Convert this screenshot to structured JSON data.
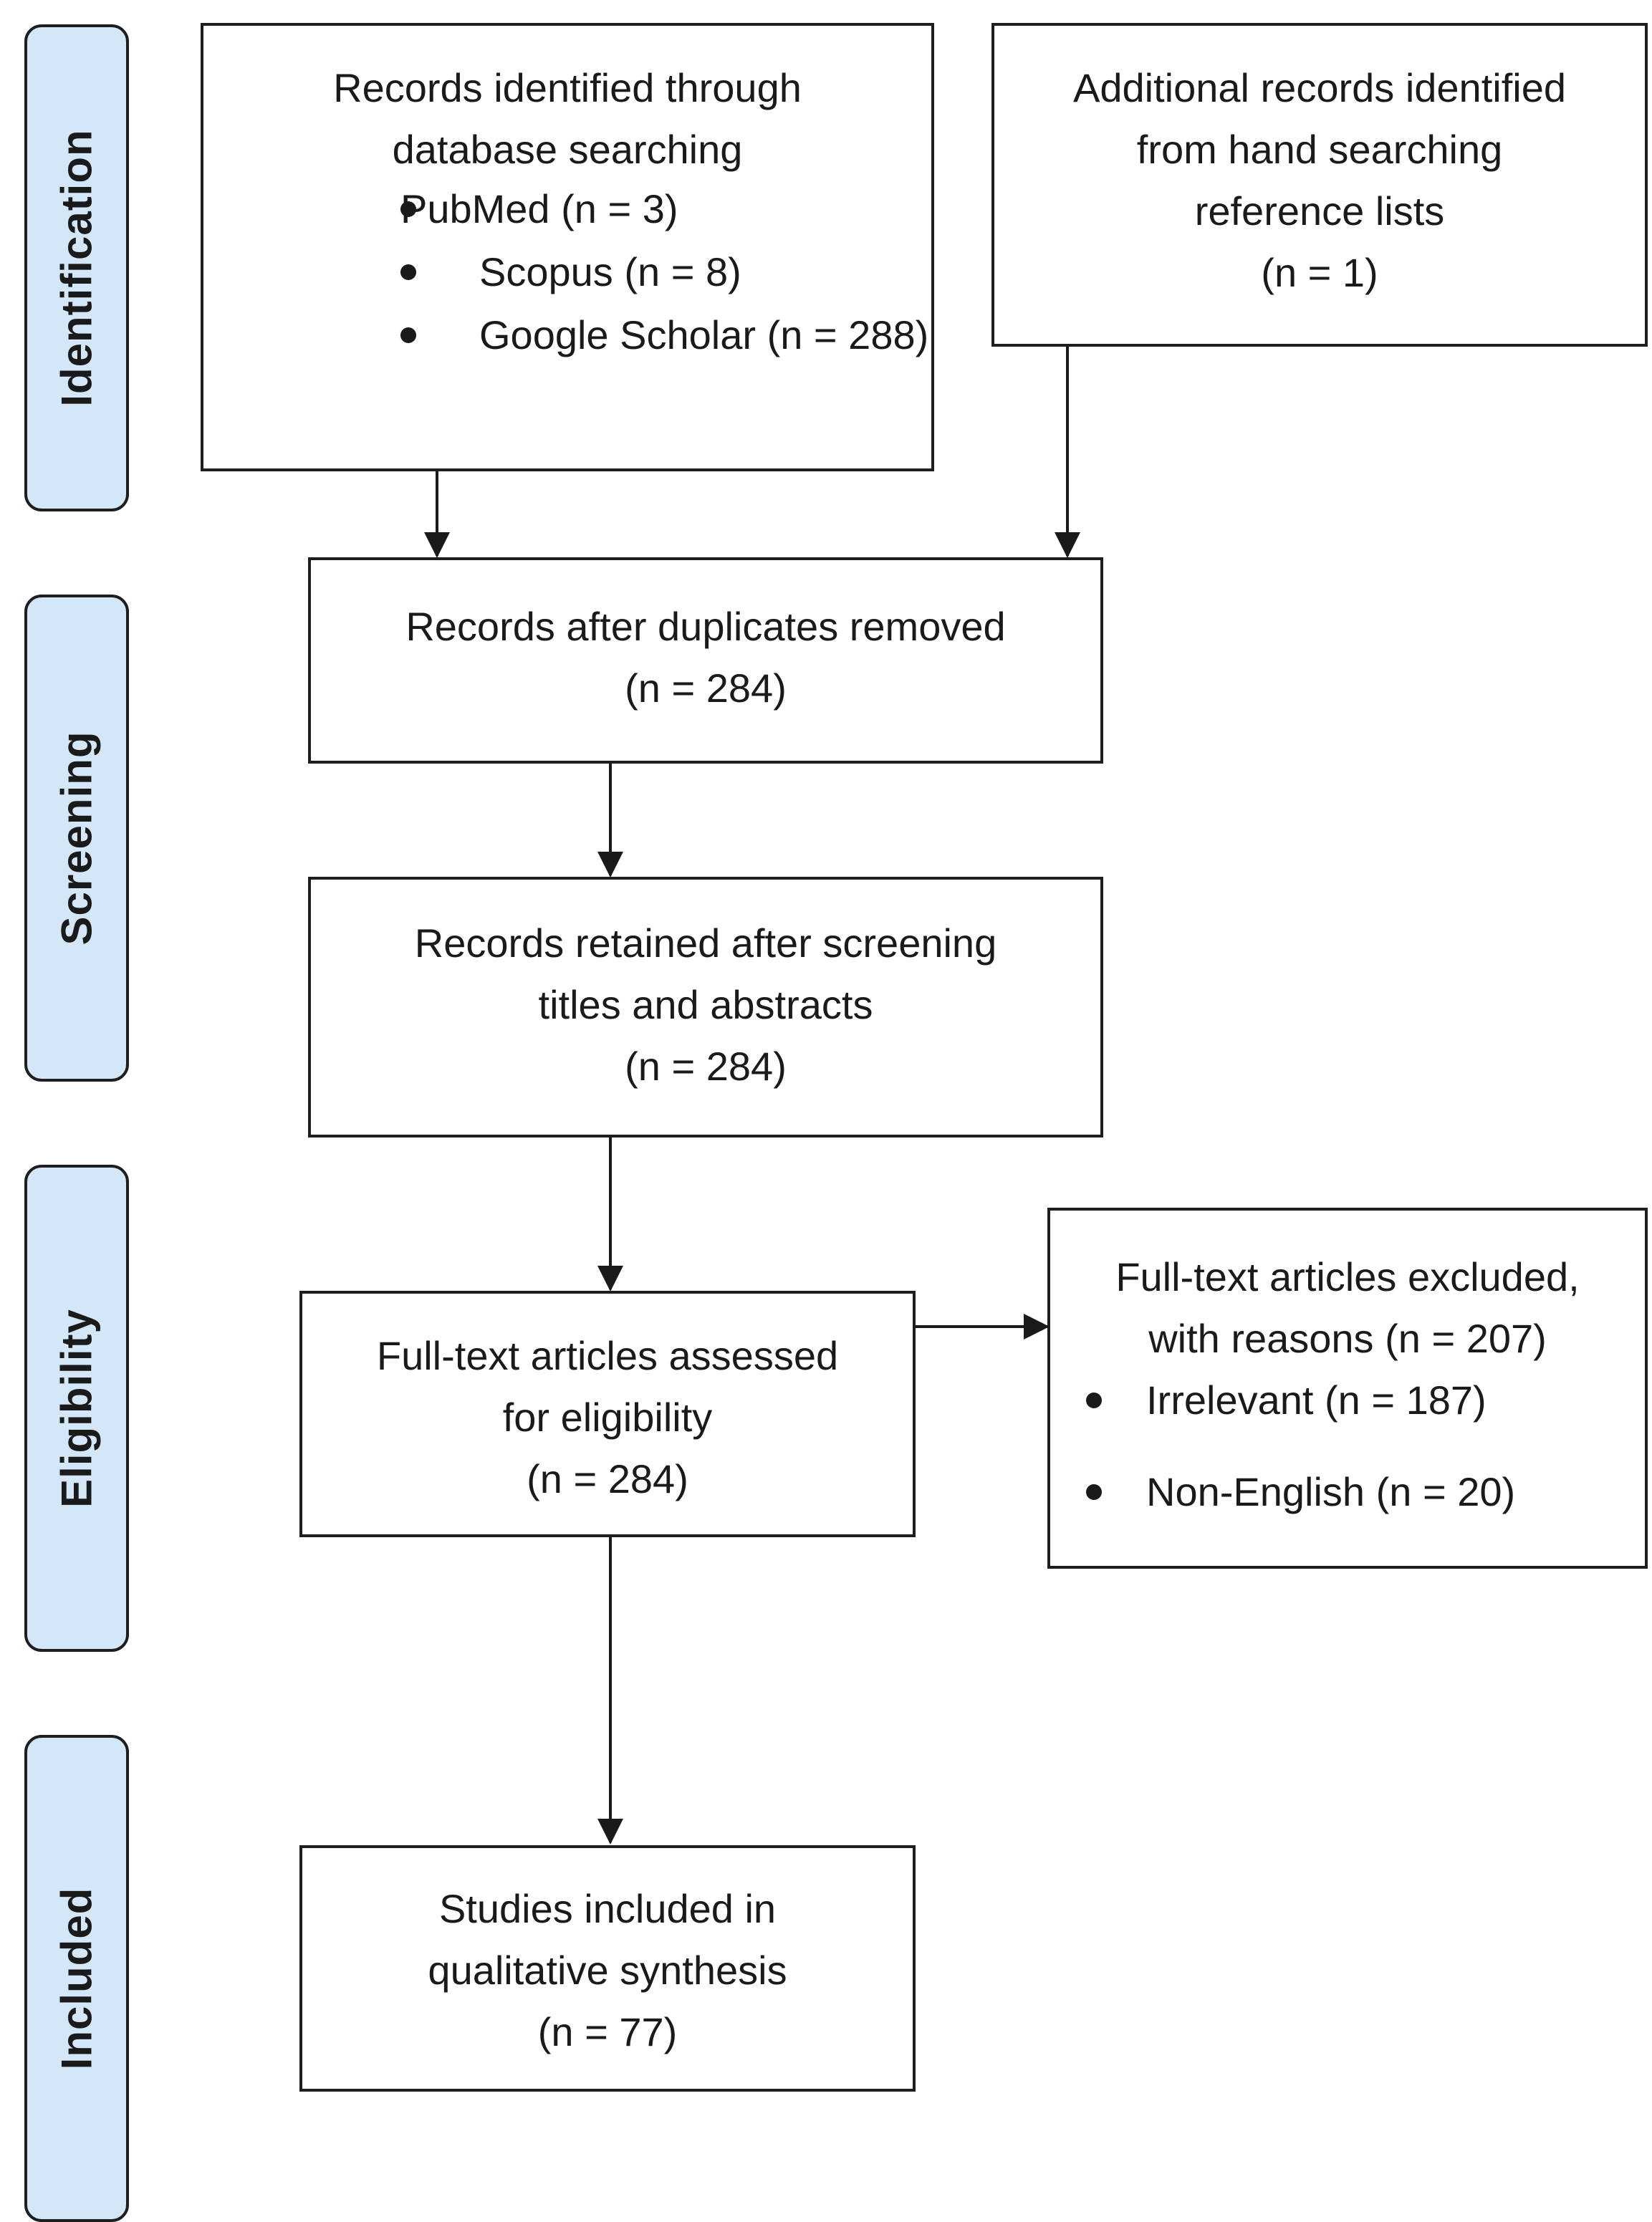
{
  "phases": {
    "identification": "Identification",
    "screening": "Screening",
    "eligibility": "Eligibility",
    "included": "Included"
  },
  "boxes": {
    "database": {
      "lines": [
        "Records identified through",
        "database searching"
      ],
      "sources": [
        "PubMed (n = 3)",
        "Scopus (n = 8)",
        "Google Scholar (n = 288)"
      ]
    },
    "additional": {
      "lines": [
        "Additional records identified",
        "from hand searching",
        "reference lists",
        "(n = 1)"
      ]
    },
    "duplicates_removed": {
      "lines": [
        "Records after duplicates removed",
        "(n = 284)"
      ]
    },
    "screened": {
      "lines": [
        "Records retained after screening",
        "titles and abstracts",
        "(n = 284)"
      ]
    },
    "full_text": {
      "lines": [
        "Full-text articles assessed",
        "for eligibility",
        "(n = 284)"
      ]
    },
    "excluded": {
      "lines": [
        "Full-text articles excluded,",
        "with reasons (n = 207)"
      ],
      "reasons": [
        "Irrelevant (n = 187)",
        "Non-English (n = 20)"
      ]
    },
    "included": {
      "lines": [
        "Studies included in",
        "qualitative synthesis",
        "(n = 77)"
      ]
    }
  }
}
